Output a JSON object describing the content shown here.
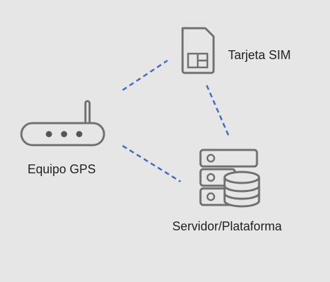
{
  "diagram": {
    "nodes": {
      "gps": {
        "label": "Equipo GPS",
        "icon": "router-icon"
      },
      "sim": {
        "label": "Tarjeta SIM",
        "icon": "sim-card-icon"
      },
      "server": {
        "label": "Servidor/Plataforma",
        "icon": "server-database-icon"
      }
    },
    "edges": [
      {
        "from": "gps",
        "to": "sim",
        "style": "dashed"
      },
      {
        "from": "gps",
        "to": "server",
        "style": "dashed"
      },
      {
        "from": "sim",
        "to": "server",
        "style": "dashed"
      }
    ],
    "colors": {
      "background": "#e6e6e6",
      "icon_stroke": "#707070",
      "link": "#4169c8",
      "text": "#222222"
    }
  }
}
